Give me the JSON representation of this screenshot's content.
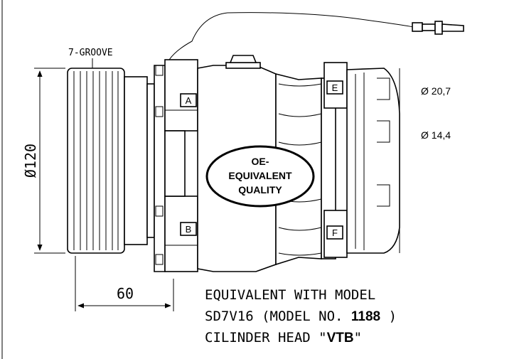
{
  "annotations": {
    "groove": "7-GROOVE",
    "pulley_diameter": "Ø120",
    "width": "60",
    "port_large": "Ø 20,7",
    "port_small": "Ø 14,4"
  },
  "badge": {
    "line1": "OE-",
    "line2": "EQUIVALENT",
    "line3": "QUALITY"
  },
  "ports": {
    "a": "A",
    "b": "B",
    "e": "E",
    "f": "F"
  },
  "notes": {
    "line1": "EQUIVALENT WITH MODEL",
    "line2_prefix": "SD7V16 (MODEL NO. ",
    "line2_bold": "1188",
    "line2_suffix": " )",
    "line3_prefix": "CILINDER HEAD \"",
    "line3_bold": "VTB",
    "line3_suffix": "\""
  },
  "colors": {
    "line": "#000000",
    "background": "#ffffff"
  }
}
